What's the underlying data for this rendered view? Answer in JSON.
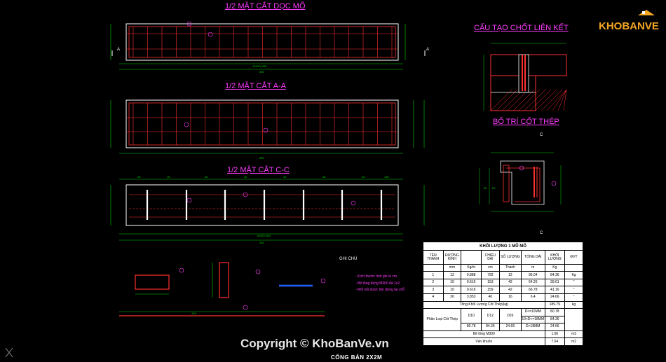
{
  "titles": {
    "doc_mo": "1/2 MẶT CẮT DỌC MỐ",
    "a_a": "1/2 MẶT CẮT A-A",
    "c_c": "1/2 MẶT CẮT C-C",
    "chot": "CẤU TẠO CHỐT LIÊN KẾT",
    "bo_tri": "BỐ TRÍ CỐT THÉP",
    "bottom": "CỐNG BẢN 2X2M"
  },
  "dims": {
    "top_total": "300",
    "top_spacing": "19X20=330",
    "mid_total": "300",
    "cc_total": "392",
    "cc_spacing": "16X20=320",
    "cc_segments": [
      "20",
      "16",
      "40",
      "40",
      "40",
      "40",
      "40",
      "150"
    ],
    "bar_len": "104",
    "side_60": "60",
    "side_50": "50"
  },
  "ghi_chu": {
    "heading": "GHI CHÚ",
    "lines": [
      "- Kích thước tính ghi là cm",
      "- Bê tông dùng M300 đá 1x2",
      "- Mối nối được tên dừng tại chỗ"
    ]
  },
  "table": {
    "title": "KHỐI LƯỢNG 1 MŨ MỐ",
    "headers": [
      "TÊN THANH",
      "ĐƯỜNG KÍNH",
      "",
      "CHIỀU DÀI",
      "SỐ LƯỢNG",
      "TỔNG DÀI",
      "KHỐI LƯỢNG",
      "ĐVT"
    ],
    "units": [
      "",
      "mm",
      "Kg/m",
      "cm",
      "Thanh",
      "m",
      "Kg",
      ""
    ],
    "rows": [
      [
        "1",
        "12",
        "0.888",
        "792",
        "12",
        "95.04",
        "84.36",
        "Kg"
      ],
      [
        "2",
        "10",
        "0.616",
        "153",
        "42",
        "64.26",
        "39.61",
        "\""
      ],
      [
        "3",
        "10",
        "0.616",
        "159",
        "42",
        "66.78",
        "41.16",
        "\""
      ],
      [
        "4",
        "26",
        "3.853",
        "40",
        "16",
        "6.4",
        "24.66",
        "\""
      ]
    ],
    "total_label": "Tổng Khối Lượng Cốt Thép(kg)",
    "total_value": "189.79",
    "total_unit": "kg",
    "phan_loai": "Phân Loại Cốt Thép",
    "d_headers": [
      "D10",
      "D12",
      "D26"
    ],
    "d_values": [
      "80.78",
      "84.36",
      "24.66"
    ],
    "ranges": [
      "D<=10MM",
      "10<D<=18MM",
      "D>18MM"
    ],
    "range_values": [
      "80.78",
      "84.36",
      "24.66"
    ],
    "be_tong_label": "Bê tông M300",
    "be_tong_value": "1.66",
    "be_tong_unit": "m3",
    "van_khuon_label": "Ván khuôn",
    "van_khuon_value": "7.64",
    "van_khuon_unit": "m2"
  },
  "copyright": "Copyright © KhoBanVe.vn",
  "logo": {
    "text": "KHOBANVE",
    "color_primary": "#f5a623",
    "color_secondary": "#ffffff"
  },
  "watermark": "KhoBanVe.vn",
  "colors": {
    "rebar": "#ff3030",
    "dim": "#00d000",
    "outline": "#ffffff",
    "note": "#ff3cff",
    "accent": "#ffff00"
  }
}
